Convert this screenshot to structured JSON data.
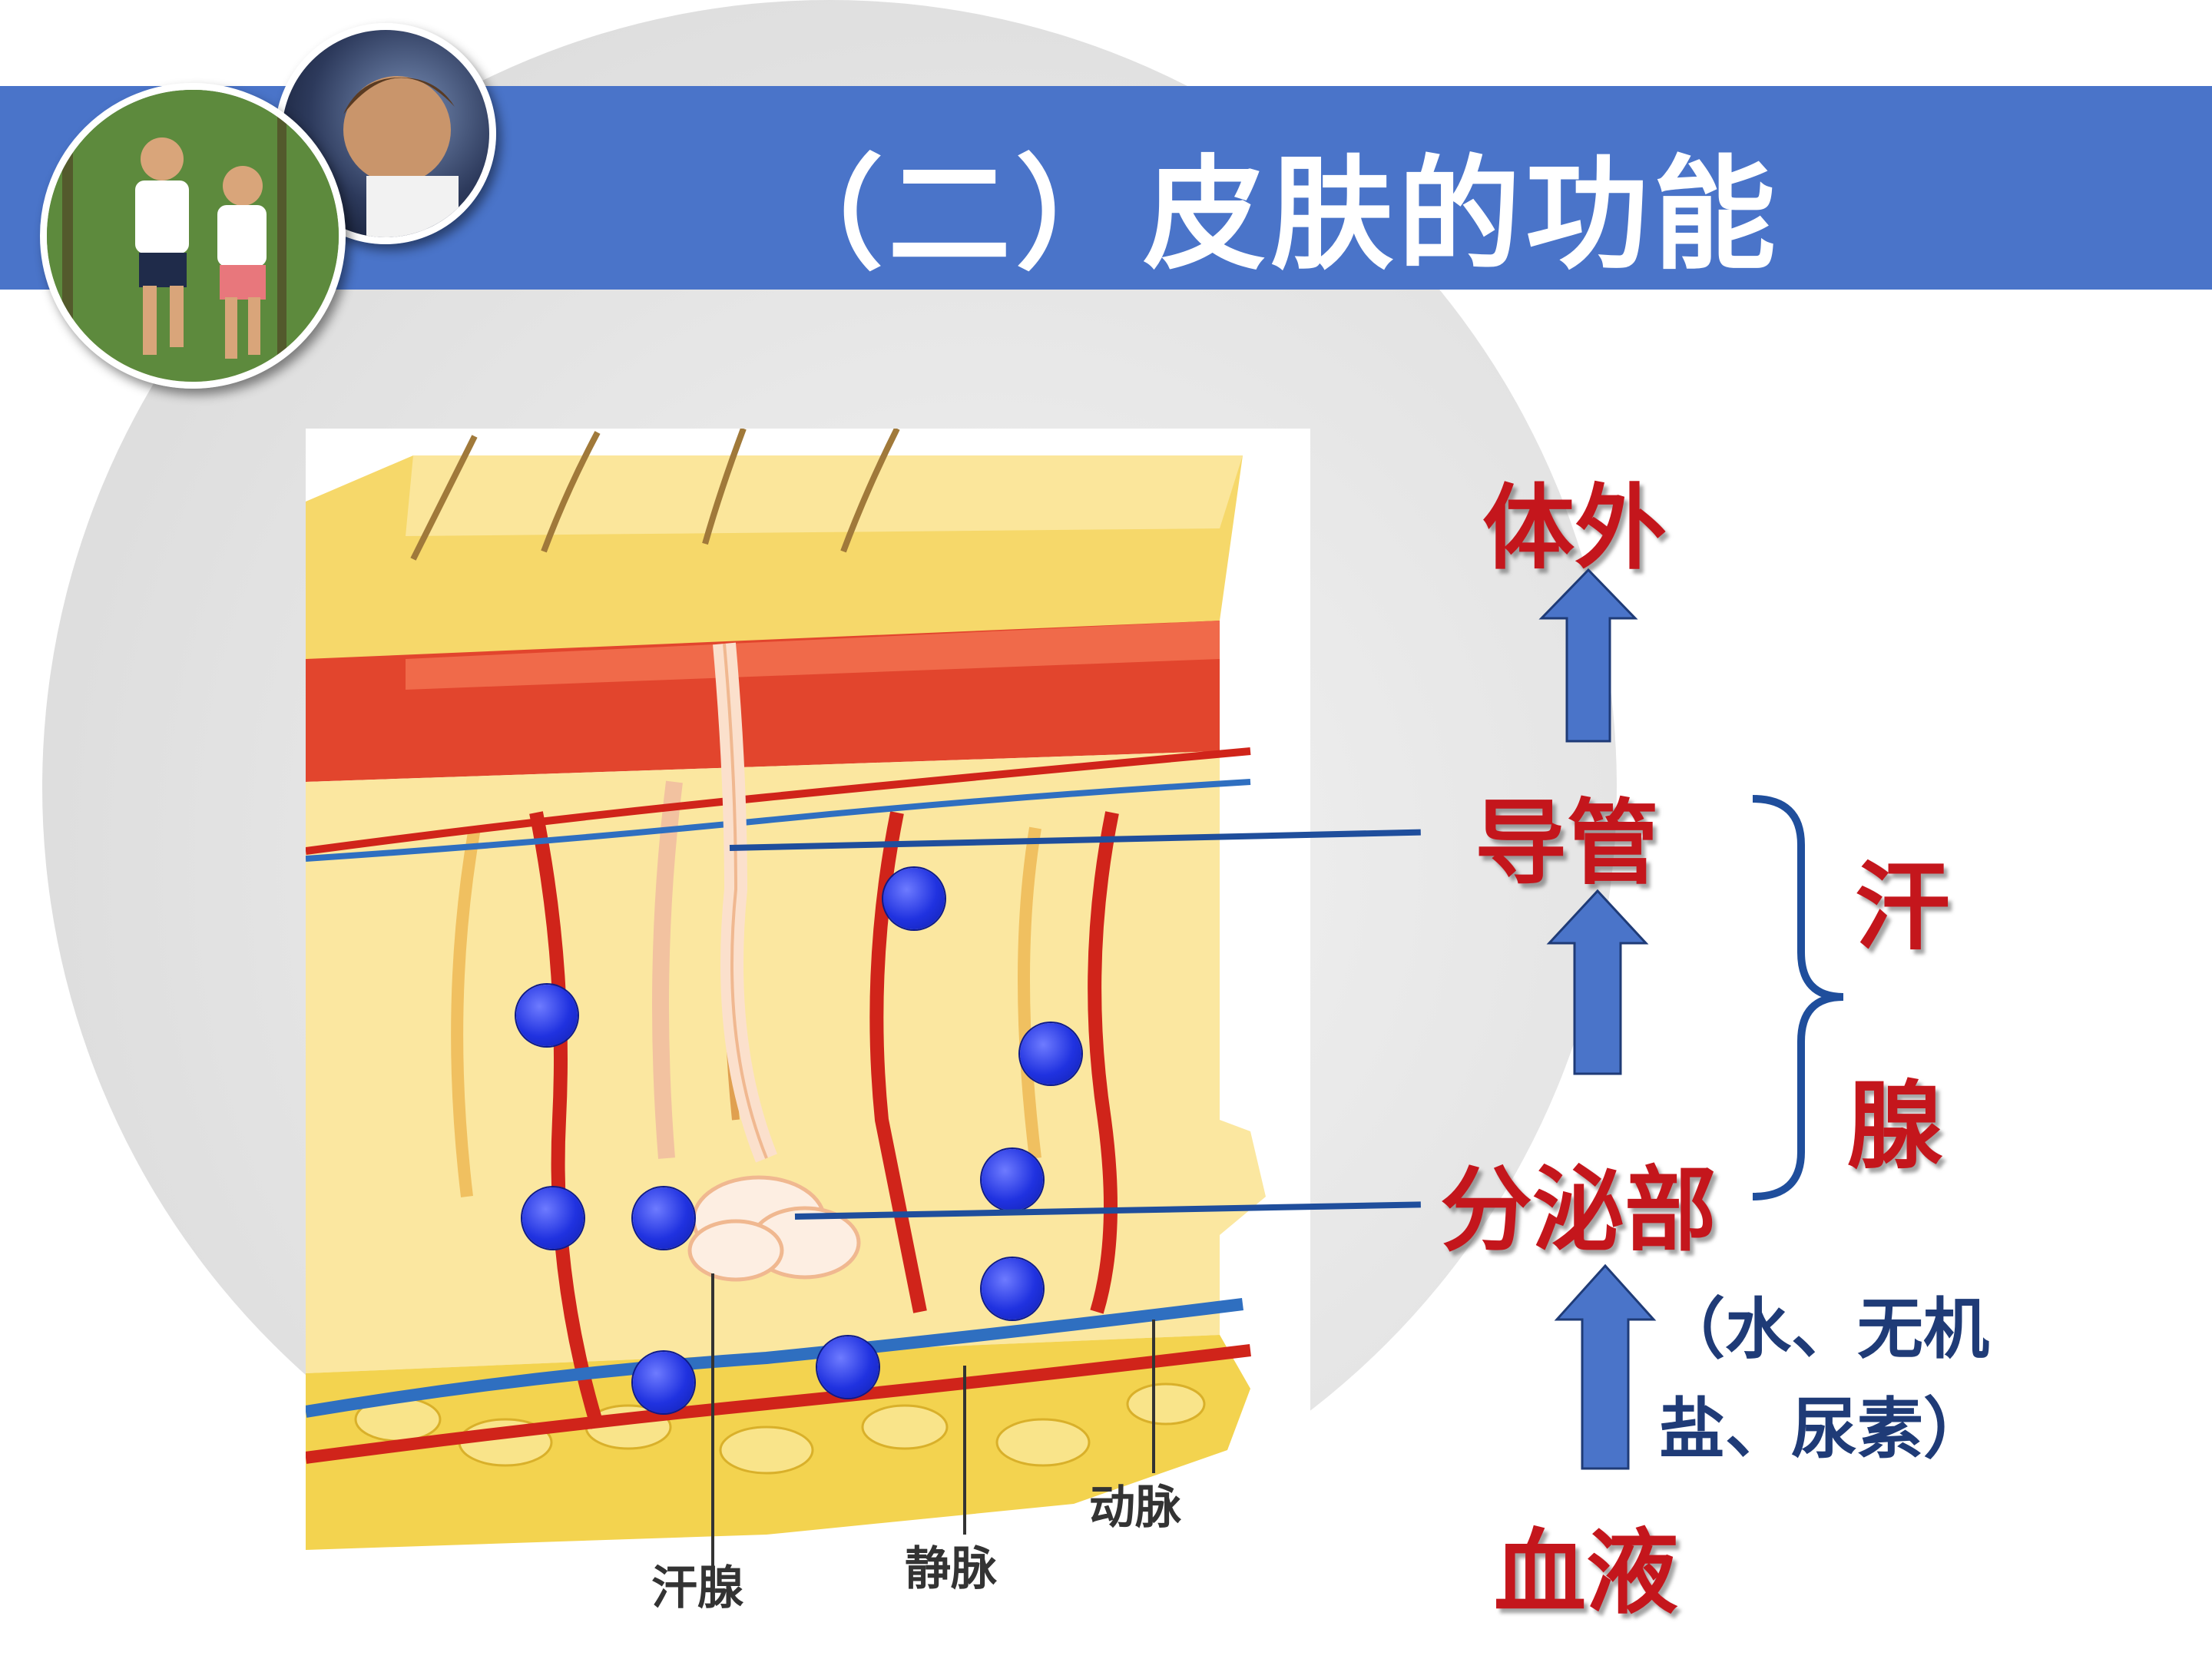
{
  "slide": {
    "title": "（二）皮肤的功能"
  },
  "figure": {
    "labels": {
      "sweat_gland": "汗腺",
      "vein": "静脉",
      "artery": "动脉"
    }
  },
  "flow": {
    "outside": "体外",
    "duct": "导管",
    "secretory": "分泌部",
    "blood": "血液",
    "contents_line1": "（水、无机",
    "contents_line2": "盐、尿素）",
    "gland_char1": "汗",
    "gland_char2": "腺"
  },
  "colors": {
    "title_bar": "#4a74c9",
    "label_red": "#c4161c",
    "arrow_blue": "#4a74c9",
    "dot_blue": "#2032e0"
  }
}
